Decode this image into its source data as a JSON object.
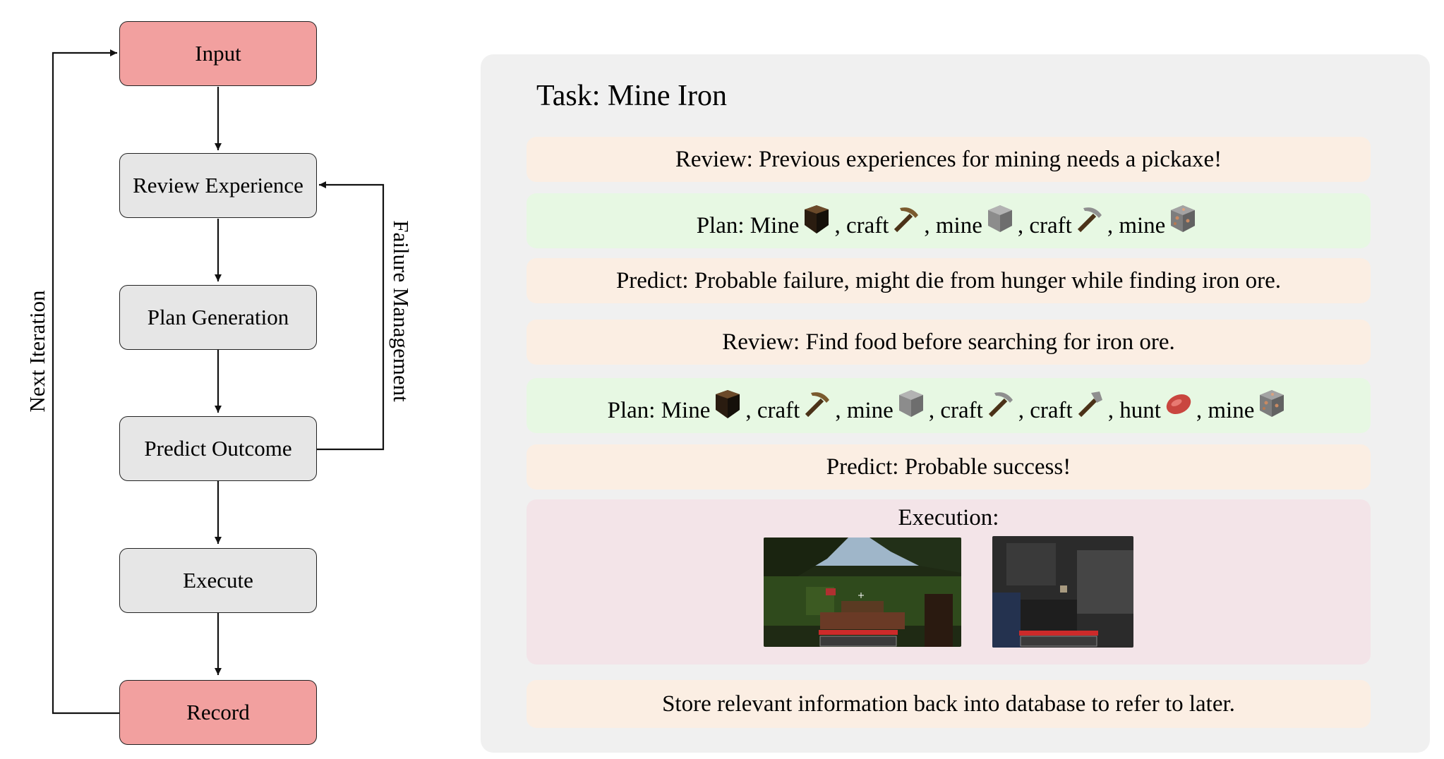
{
  "flow": {
    "nodes": [
      {
        "id": "input",
        "label": "Input"
      },
      {
        "id": "review",
        "label": "Review Experience"
      },
      {
        "id": "plan",
        "label": "Plan Generation"
      },
      {
        "id": "predict",
        "label": "Predict Outcome"
      },
      {
        "id": "execute",
        "label": "Execute"
      },
      {
        "id": "record",
        "label": "Record"
      }
    ],
    "loop_labels": {
      "next_iteration": "Next Iteration",
      "failure_management": "Failure Management"
    }
  },
  "panel": {
    "title": "Task: Mine Iron",
    "review1": "Review: Previous experiences for mining needs a pickaxe!",
    "plan1": {
      "parts": [
        "Plan: Mine",
        ", craft",
        ", mine",
        ", craft",
        ", mine"
      ],
      "icons": [
        "wood-log-icon",
        "wooden-pickaxe-icon",
        "stone-block-icon",
        "stone-pickaxe-icon",
        "iron-ore-icon"
      ]
    },
    "predict1": "Predict: Probable failure, might die from hunger while finding iron ore.",
    "review2": "Review: Find food before searching for iron ore.",
    "plan2": {
      "parts": [
        "Plan: Mine",
        ", craft",
        ", mine",
        ", craft",
        ", craft",
        ", hunt",
        ", mine"
      ],
      "icons": [
        "wood-log-icon",
        "wooden-pickaxe-icon",
        "stone-block-icon",
        "stone-pickaxe-icon",
        "stone-axe-icon",
        "raw-meat-icon",
        "iron-ore-icon"
      ]
    },
    "predict2": "Predict: Probable success!",
    "execution_label": "Execution:",
    "store": "Store relevant information back into database to refer to later."
  },
  "colors": {
    "terminal_node": "#f2a09f",
    "process_node": "#e6e6e6",
    "panel_bg": "#f0f0f0",
    "review_row": "#fbeee3",
    "plan_row": "#e7f8e3",
    "execution_row": "#f3e4e8"
  }
}
